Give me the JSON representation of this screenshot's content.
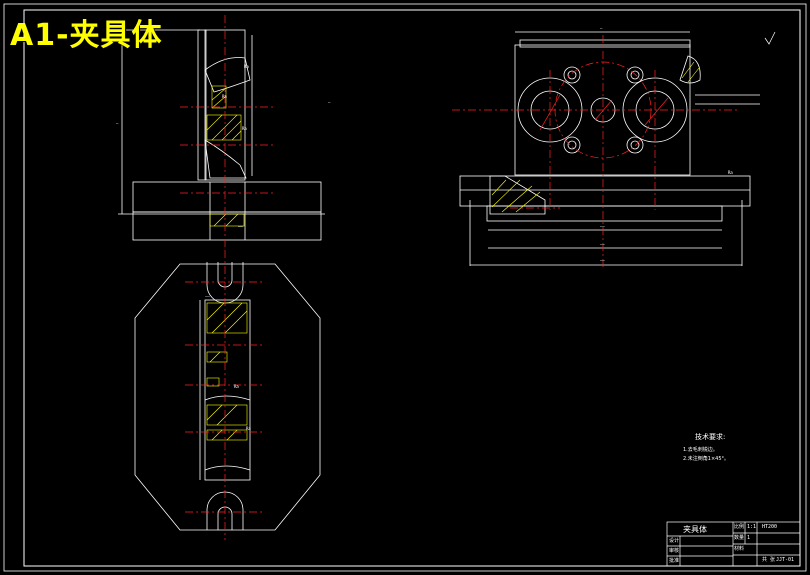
{
  "sheet": {
    "title_overlay": "A1-夹具体",
    "background": "#000000",
    "line_color": "#ffffff",
    "centerline_color": "#ff2020",
    "hatch_color": "#ffff00"
  },
  "technical_requirements": {
    "heading": "技术要求:",
    "items": [
      "1.去毛刺锐边。",
      "2.未注倒角1×45°。"
    ]
  },
  "title_block": {
    "part_name": "夹具体",
    "rows": [
      {
        "label": "设计",
        "value": ""
      },
      {
        "label": "审核",
        "value": ""
      },
      {
        "label": "批准",
        "value": ""
      }
    ],
    "material_label": "材料",
    "material_value": "HT200",
    "scale_label": "比例",
    "scale_value": "1:1",
    "quantity_label": "数量",
    "quantity_value": "1",
    "sheet_label": "共 张",
    "drawing_code": "JJT-01"
  },
  "icons": {
    "roughness": "surface-roughness-icon"
  }
}
